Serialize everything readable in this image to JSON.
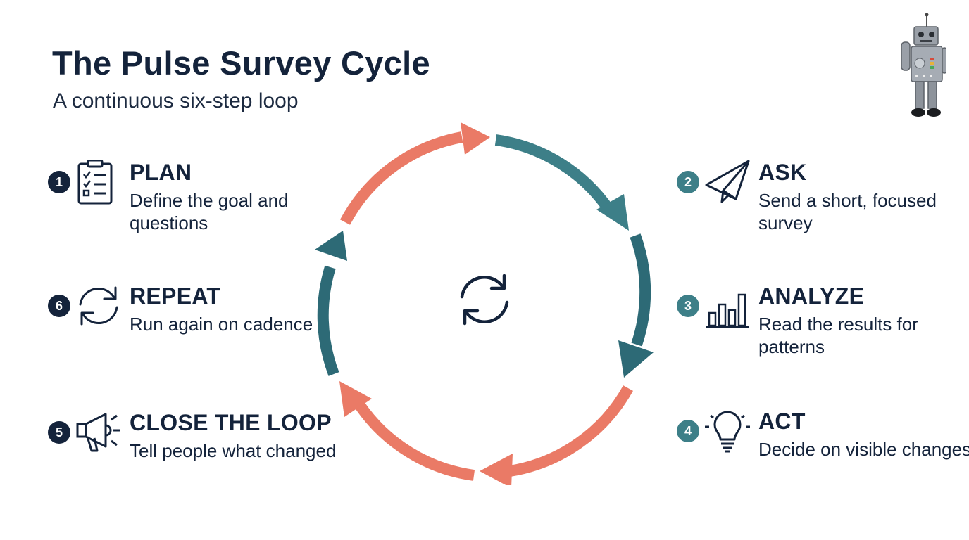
{
  "title": "The Pulse Survey Cycle",
  "subtitle": "A continuous six-step loop",
  "colors": {
    "navy": "#14233b",
    "teal": "#3d7f88",
    "coral": "#ea7a66"
  },
  "steps": {
    "plan": {
      "number": "1",
      "title": "PLAN",
      "desc": "Define the goal and questions",
      "icon": "clipboard-checklist-icon"
    },
    "ask": {
      "number": "2",
      "title": "ASK",
      "desc": "Send a short, focused survey",
      "icon": "paper-plane-icon"
    },
    "analyze": {
      "number": "3",
      "title": "ANALYZE",
      "desc": "Read the results for patterns",
      "icon": "bar-chart-icon"
    },
    "act": {
      "number": "4",
      "title": "ACT",
      "desc": "Decide on visible changes",
      "icon": "lightbulb-icon"
    },
    "close": {
      "number": "5",
      "title": "CLOSE THE LOOP",
      "desc": "Tell people what changed",
      "icon": "megaphone-icon"
    },
    "repeat": {
      "number": "6",
      "title": "REPEAT",
      "desc": "Run again on cadence",
      "icon": "refresh-icon"
    }
  }
}
